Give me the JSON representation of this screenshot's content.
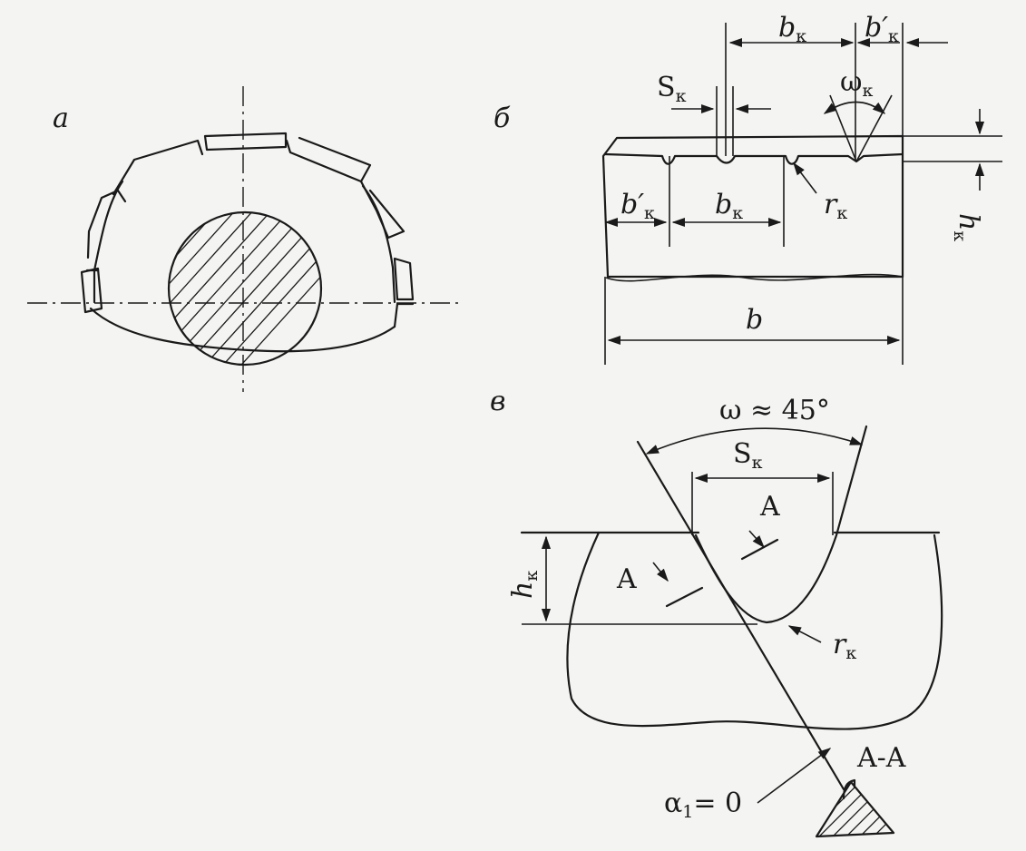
{
  "panels": {
    "a": {
      "label": "а"
    },
    "b": {
      "label": "б",
      "s_k": "S",
      "s_k_sub": "к",
      "b_k_top": "b",
      "b_k_top_sub": "к",
      "b_k_prime_top": "b′",
      "b_k_prime_top_sub": "к",
      "omega_k": "ω",
      "omega_k_sub": "к",
      "h_k": "h",
      "h_k_sub": "к",
      "r_k": "r",
      "r_k_sub": "к",
      "b_k_prime_left": "b′",
      "b_k_prime_left_sub": "к",
      "b_k_mid": "b",
      "b_k_mid_sub": "к",
      "b_total": "b"
    },
    "c": {
      "label": "в",
      "omega": "ω ≈ 45°",
      "s_k": "S",
      "s_k_sub": "к",
      "a_upper": "A",
      "a_lower": "A",
      "h_k": "h",
      "h_k_sub": "к",
      "r_k": "r",
      "r_k_sub": "к",
      "section": "A-A",
      "alpha": "α",
      "alpha_sub": "1",
      "alpha_value": "= 0"
    }
  }
}
